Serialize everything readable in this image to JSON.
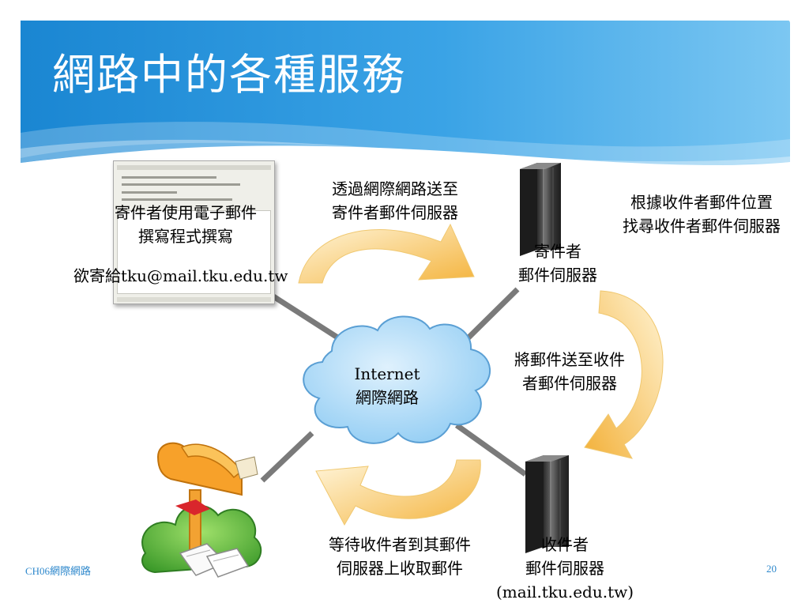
{
  "slide": {
    "title": "網路中的各種服務",
    "footer_left": "CH06網際網路",
    "page_number": "20"
  },
  "diagram": {
    "sender_client": {
      "line1": "寄件者使用電子郵件",
      "line2": "撰寫程式撰寫",
      "to": "欲寄給tku@mail.tku.edu.tw"
    },
    "internet": {
      "line1": "Internet",
      "line2": "網際網路"
    },
    "step_send": {
      "line1": "透過網際網路送至",
      "line2": "寄件者郵件伺服器"
    },
    "sender_server": {
      "line1": "寄件者",
      "line2": "郵件伺服器"
    },
    "step_lookup": {
      "line1": "根據收件者郵件位置",
      "line2": "找尋收件者郵件伺服器"
    },
    "step_relay": {
      "line1": "將郵件送至收件",
      "line2": "者郵件伺服器"
    },
    "receiver_server": {
      "line1": "收件者",
      "line2": "郵件伺服器",
      "line3": "(mail.tku.edu.tw)"
    },
    "step_wait": {
      "line1": "等待收件者到其郵件",
      "line2": "伺服器上收取郵件"
    }
  },
  "colors": {
    "header_blue": "#1f8fd6",
    "header_light": "#9fd4f5",
    "cloud_fill": "#a9d6f5",
    "cloud_stroke": "#5a9fd4",
    "arrow_fill": "#f6c35a",
    "connector": "#7a7a7a",
    "footer_text": "#2e88cc"
  }
}
